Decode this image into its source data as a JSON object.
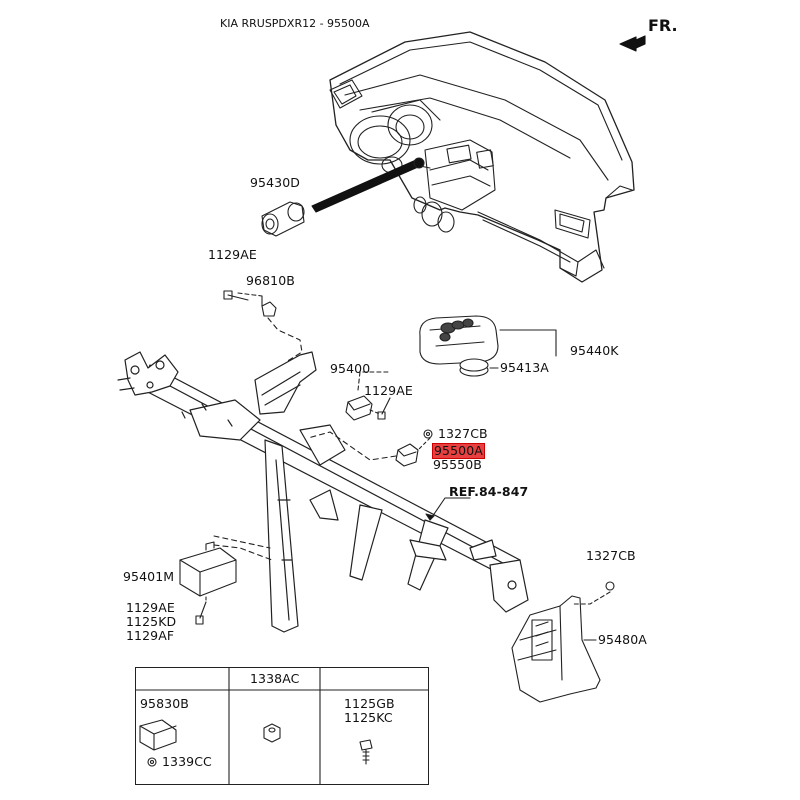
{
  "header": {
    "title": "KIA RRUSPDXR12 - 95500A",
    "direction": "FR."
  },
  "highlight_color": "#e84040",
  "parts": {
    "p95430D": "95430D",
    "p1129AE_top": "1129AE",
    "p96810B": "96810B",
    "p95400": "95400",
    "p1129AE_mid": "1129AE",
    "p1327CB_mid": "1327CB",
    "p95500A": "95500A",
    "p95550B": "95550B",
    "ref": "REF.84-847",
    "p95440K": "95440K",
    "p95413A": "95413A",
    "p1327CB_right": "1327CB",
    "p95480A": "95480A",
    "p95401M": "95401M",
    "p1129AE_low": "1129AE",
    "p1125KD": "1125KD",
    "p1129AF": "1129AF"
  },
  "table": {
    "col2_header": "1338AC",
    "c1_part": "95830B",
    "c1_sub": "1339CC",
    "c3_part1": "1125GB",
    "c3_part2": "1125KC"
  }
}
